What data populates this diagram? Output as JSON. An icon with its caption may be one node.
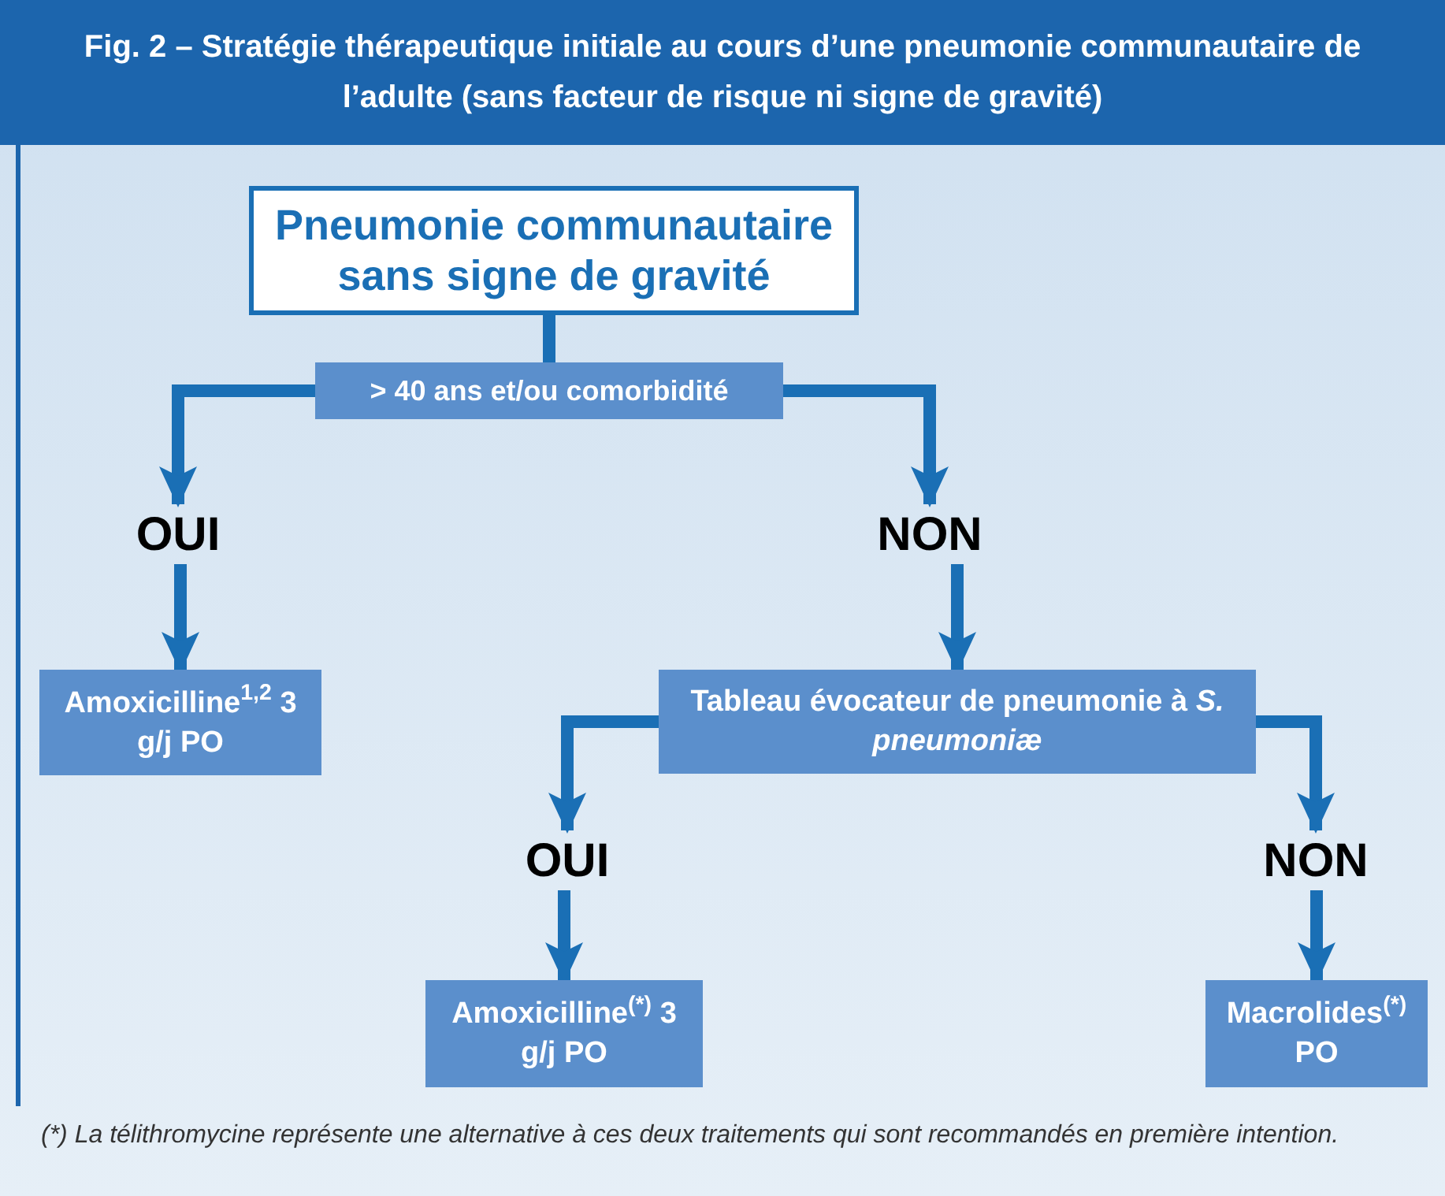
{
  "diagram": {
    "title": "Fig. 2 – Stratégie thérapeutique initiale au cours d’une pneumonie communautaire de l’adulte (sans facteur de risque ni signe de gravité)",
    "nodes": [
      {
        "text": [
          "Pneumonie communautaire sans signe de gravité"
        ]
      },
      {
        "text": [
          "> 40 ans et/ou comorbidité"
        ]
      },
      {
        "text": [
          "OUI"
        ]
      },
      {
        "text": [
          "NON"
        ]
      },
      {
        "text": [
          "Amoxicilline$^{1,2}$ 3 g/j PO"
        ]
      },
      {
        "text": [
          "Tableau évocateur de pneumonie à *S. pneumoniæ*"
        ]
      },
      {
        "text": [
          "OUI"
        ]
      },
      {
        "text": [
          "NON"
        ]
      },
      {
        "text": [
          "Amoxicilline$^{(*)}$ 3 g/j PO"
        ]
      },
      {
        "text": [
          "Macrolides$^{(*)}$ PO"
        ]
      }
    ],
    "edges": [
      {
        "from": 0,
        "to": 1,
        "arrow": "none"
      },
      {
        "from": 1,
        "to": 2,
        "arrow": "to"
      },
      {
        "from": 1,
        "to": 3,
        "arrow": "to"
      },
      {
        "from": 2,
        "to": 4,
        "arrow": "to"
      },
      {
        "from": 3,
        "to": 5,
        "arrow": "to"
      },
      {
        "from": 5,
        "to": 6,
        "arrow": "to"
      },
      {
        "from": 5,
        "to": 7,
        "arrow": "to"
      },
      {
        "from": 6,
        "to": 8,
        "arrow": "to"
      },
      {
        "from": 7,
        "to": 9,
        "arrow": "to"
      }
    ],
    "caption": "(*) La télithromycine représente une alternative à ces deux traitements qui sont recommandés en première intention."
  }
}
